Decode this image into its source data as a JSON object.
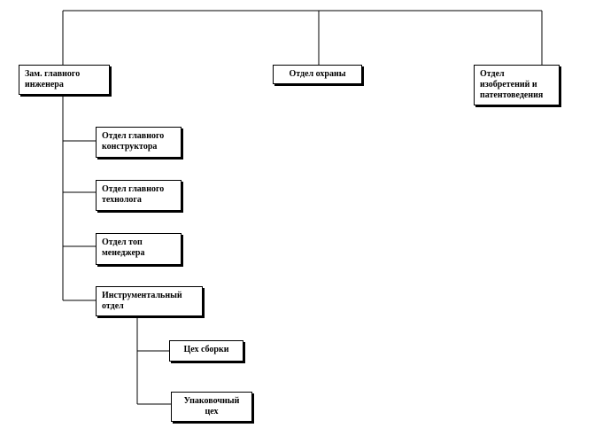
{
  "diagram": {
    "top_units": {
      "chief_engineer": "Зам. главного\nинженера",
      "security": "Отдел охраны",
      "inventions": "Отдел\nизобретений и\nпатентоведения"
    },
    "sub_units": {
      "chief_designer": "Отдел главного\nконструктора",
      "chief_technologist": "Отдел главного\nтехнолога",
      "top_managers": "Отдел топ\nменеджера",
      "tool_department": "Инструментальный\nотдел"
    },
    "workshops": {
      "assembly": "Цех сборки",
      "packaging": "Упаковочный\nцех"
    },
    "colors": {
      "line": "#000000",
      "box_border": "#000000",
      "background": "#ffffff"
    }
  }
}
